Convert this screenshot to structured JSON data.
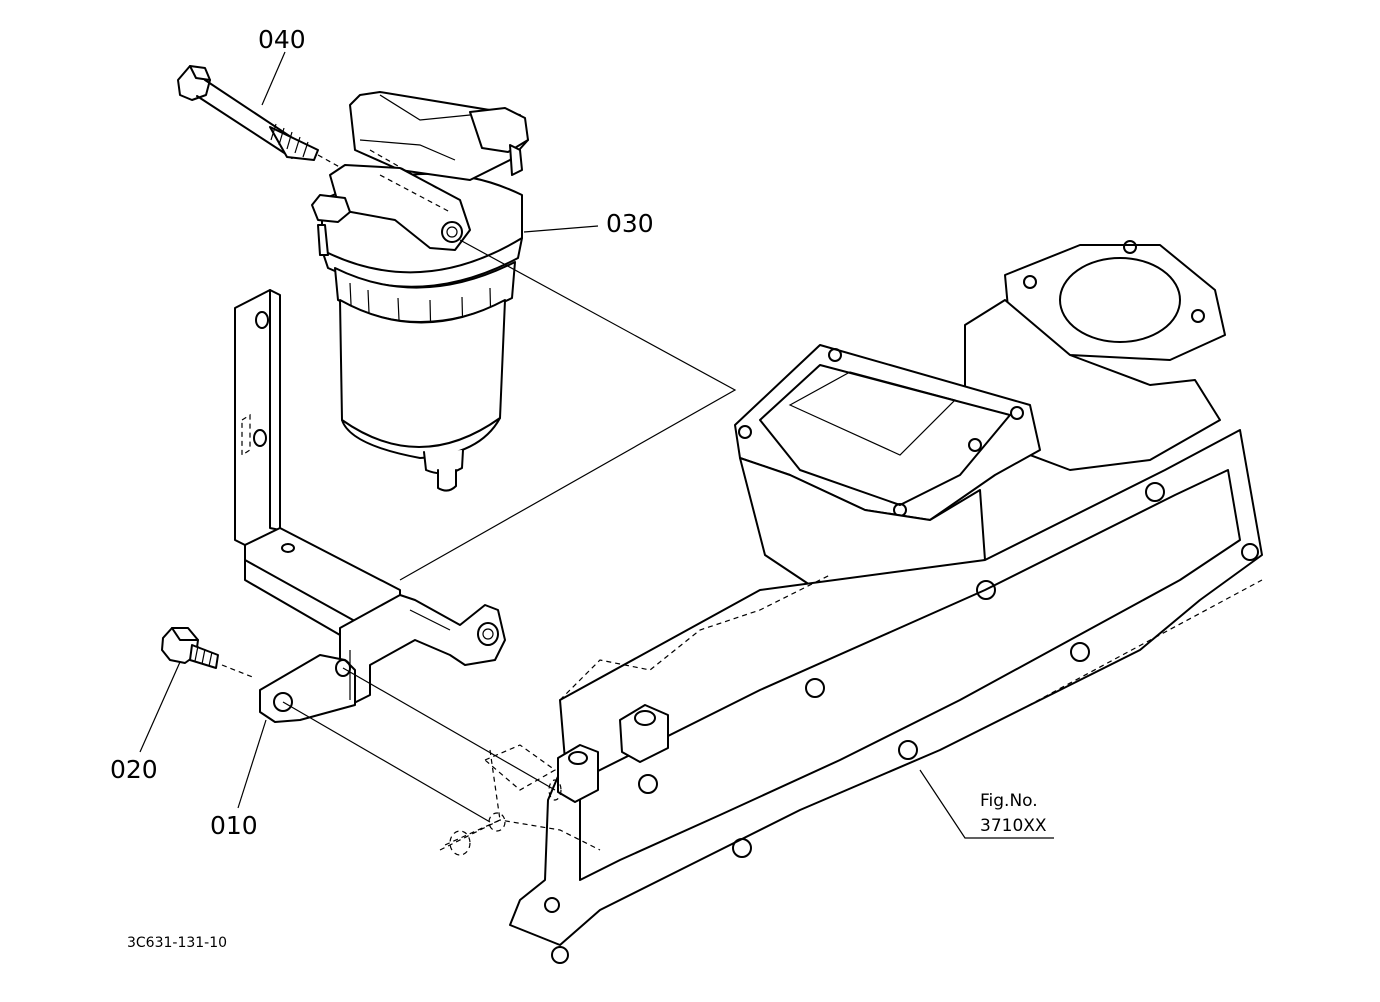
{
  "callouts": {
    "p040": "040",
    "p030": "030",
    "p020": "020",
    "p010": "010"
  },
  "figure_ref": {
    "line1": "Fig.No.",
    "line2": "3710XX"
  },
  "drawing_code": "3C631-131-10"
}
